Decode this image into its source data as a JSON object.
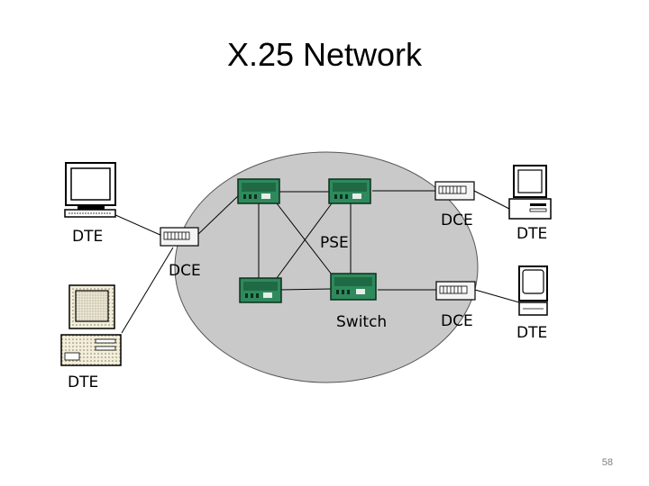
{
  "title": "X.25 Network",
  "page_number": "58",
  "diagram": {
    "network_label": "PSE",
    "switch_label": "Switch",
    "dte_labels": [
      "DTE",
      "DTE",
      "DTE",
      "DTE"
    ],
    "dce_labels": [
      "DCE",
      "DCE",
      "DCE"
    ],
    "colors": {
      "cloud": "#c9c9c9",
      "switch_body": "#2e8a5c",
      "line": "#000000"
    }
  }
}
